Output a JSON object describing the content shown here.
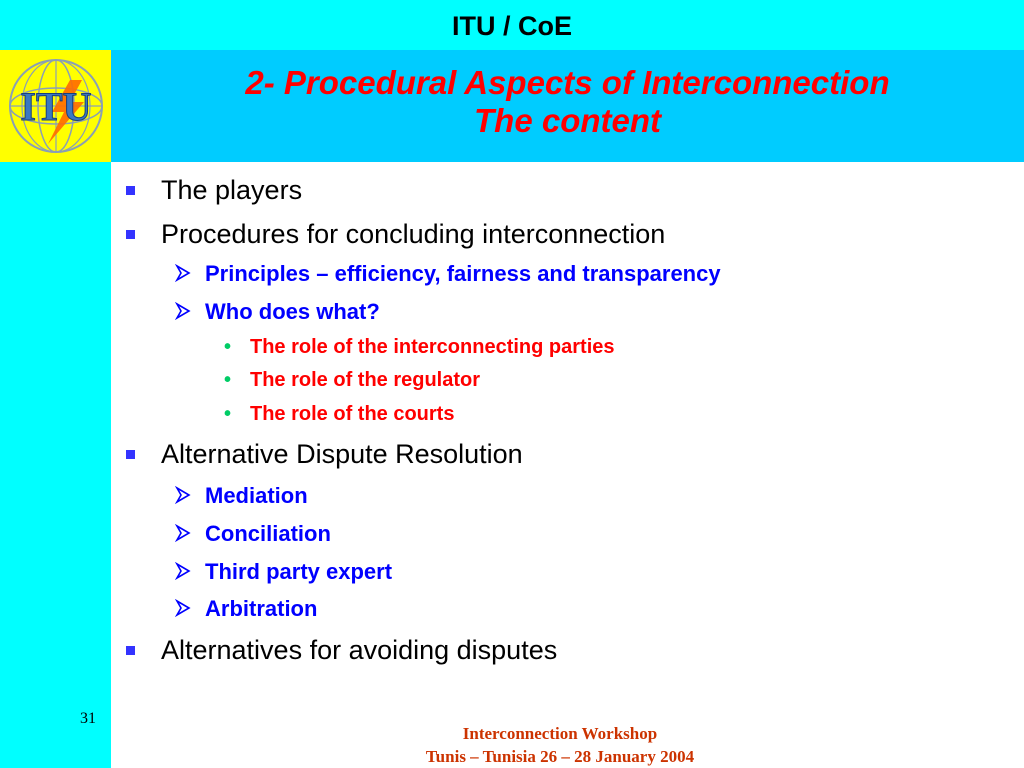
{
  "header": {
    "title": "ITU / CoE"
  },
  "logo": {
    "text": "ITU"
  },
  "slide": {
    "title_line1": "2- Procedural Aspects of Interconnection",
    "title_line2": "The content"
  },
  "bullets": [
    {
      "level": 1,
      "text": "The players"
    },
    {
      "level": 1,
      "text": "Procedures for concluding interconnection"
    },
    {
      "level": 2,
      "text": "Principles – efficiency, fairness and transparency"
    },
    {
      "level": 2,
      "text": "Who does what?"
    },
    {
      "level": 3,
      "text": "The role of the interconnecting parties"
    },
    {
      "level": 3,
      "text": "The role of the regulator"
    },
    {
      "level": 3,
      "text": "The role of the courts"
    },
    {
      "level": 1,
      "text": "Alternative Dispute Resolution"
    },
    {
      "level": 2,
      "text": "Mediation"
    },
    {
      "level": 2,
      "text": "Conciliation"
    },
    {
      "level": 2,
      "text": "Third party expert"
    },
    {
      "level": 2,
      "text": "Arbitration"
    },
    {
      "level": 1,
      "text": "Alternatives for avoiding disputes"
    }
  ],
  "page_number": "31",
  "footer": {
    "line1": "Interconnection Workshop",
    "line2": "Tunis – Tunisia 26 – 28 January 2004"
  },
  "colors": {
    "sidebar": "#00ffff",
    "title_band": "#00ccff",
    "title_text": "#ff0000",
    "level2_text": "#0000ff",
    "level3_text": "#ff0000",
    "footer_text": "#cc3300"
  }
}
